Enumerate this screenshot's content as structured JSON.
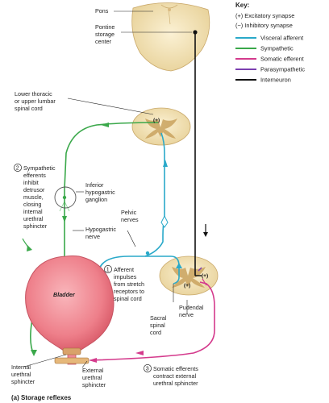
{
  "key": {
    "title": "Key:",
    "items": [
      {
        "label": "(+) Excitatory synapse",
        "color": ""
      },
      {
        "label": "(−) Inhibitory synapse",
        "color": ""
      },
      {
        "label": "Visceral afferent",
        "color": "#2aa9c9"
      },
      {
        "label": "Sympathetic",
        "color": "#3aa84a"
      },
      {
        "label": "Somatic efferent",
        "color": "#d43a8c"
      },
      {
        "label": "Parasympathetic",
        "color": "#7b3fb0"
      },
      {
        "label": "Interneuron",
        "color": "#111111"
      }
    ]
  },
  "labels": {
    "pons": "Pons",
    "pontine_1": "Pontine",
    "pontine_2": "storage",
    "pontine_3": "center",
    "lower_thoracic_1": "Lower thoracic",
    "lower_thoracic_2": "or upper lumbar",
    "lower_thoracic_3": "spinal cord",
    "step2_num": "2",
    "step2_1": "Sympathetic",
    "step2_2": "efferents",
    "step2_3": "inhibit",
    "step2_4": "detrusor",
    "step2_5": "muscle,",
    "step2_6": "closing",
    "step2_7": "internal",
    "step2_8": "urethral",
    "step2_9": "sphincter",
    "inferior_1": "Inferior",
    "inferior_2": "hypogastric",
    "inferior_3": "ganglion",
    "pelvic_1": "Pelvic",
    "pelvic_2": "nerves",
    "hypogastric_1": "Hypogastric",
    "hypogastric_2": "nerve",
    "step1_num": "1",
    "step1_1": "Afferent",
    "step1_2": "impulses",
    "step1_3": "from stretch",
    "step1_4": "receptors to",
    "step1_5": "spinal cord",
    "bladder": "Bladder",
    "pudendal_1": "Pudendal",
    "pudendal_2": "nerve",
    "sacral_1": "Sacral",
    "sacral_2": "spinal",
    "sacral_3": "cord",
    "internal_1": "Internal",
    "internal_2": "urethral",
    "internal_3": "sphincter",
    "external_1": "External",
    "external_2": "urethral",
    "external_3": "sphincter",
    "step3_num": "3",
    "step3_1": "Somatic efferents",
    "step3_2": "contract external",
    "step3_3": "urethral sphincter",
    "plus_upper": "(+)",
    "plus_sacral_a": "(+)",
    "plus_sacral_b": "(+)",
    "caption": "(a) Storage reflexes"
  },
  "colors": {
    "visceral_afferent": "#2aa9c9",
    "sympathetic": "#3aa84a",
    "somatic_efferent": "#d43a8c",
    "parasympathetic": "#7b3fb0",
    "interneuron": "#111111",
    "bladder": "#f08a93",
    "cord": "#f3e3b6",
    "gray_matter": "#c9a25e"
  }
}
